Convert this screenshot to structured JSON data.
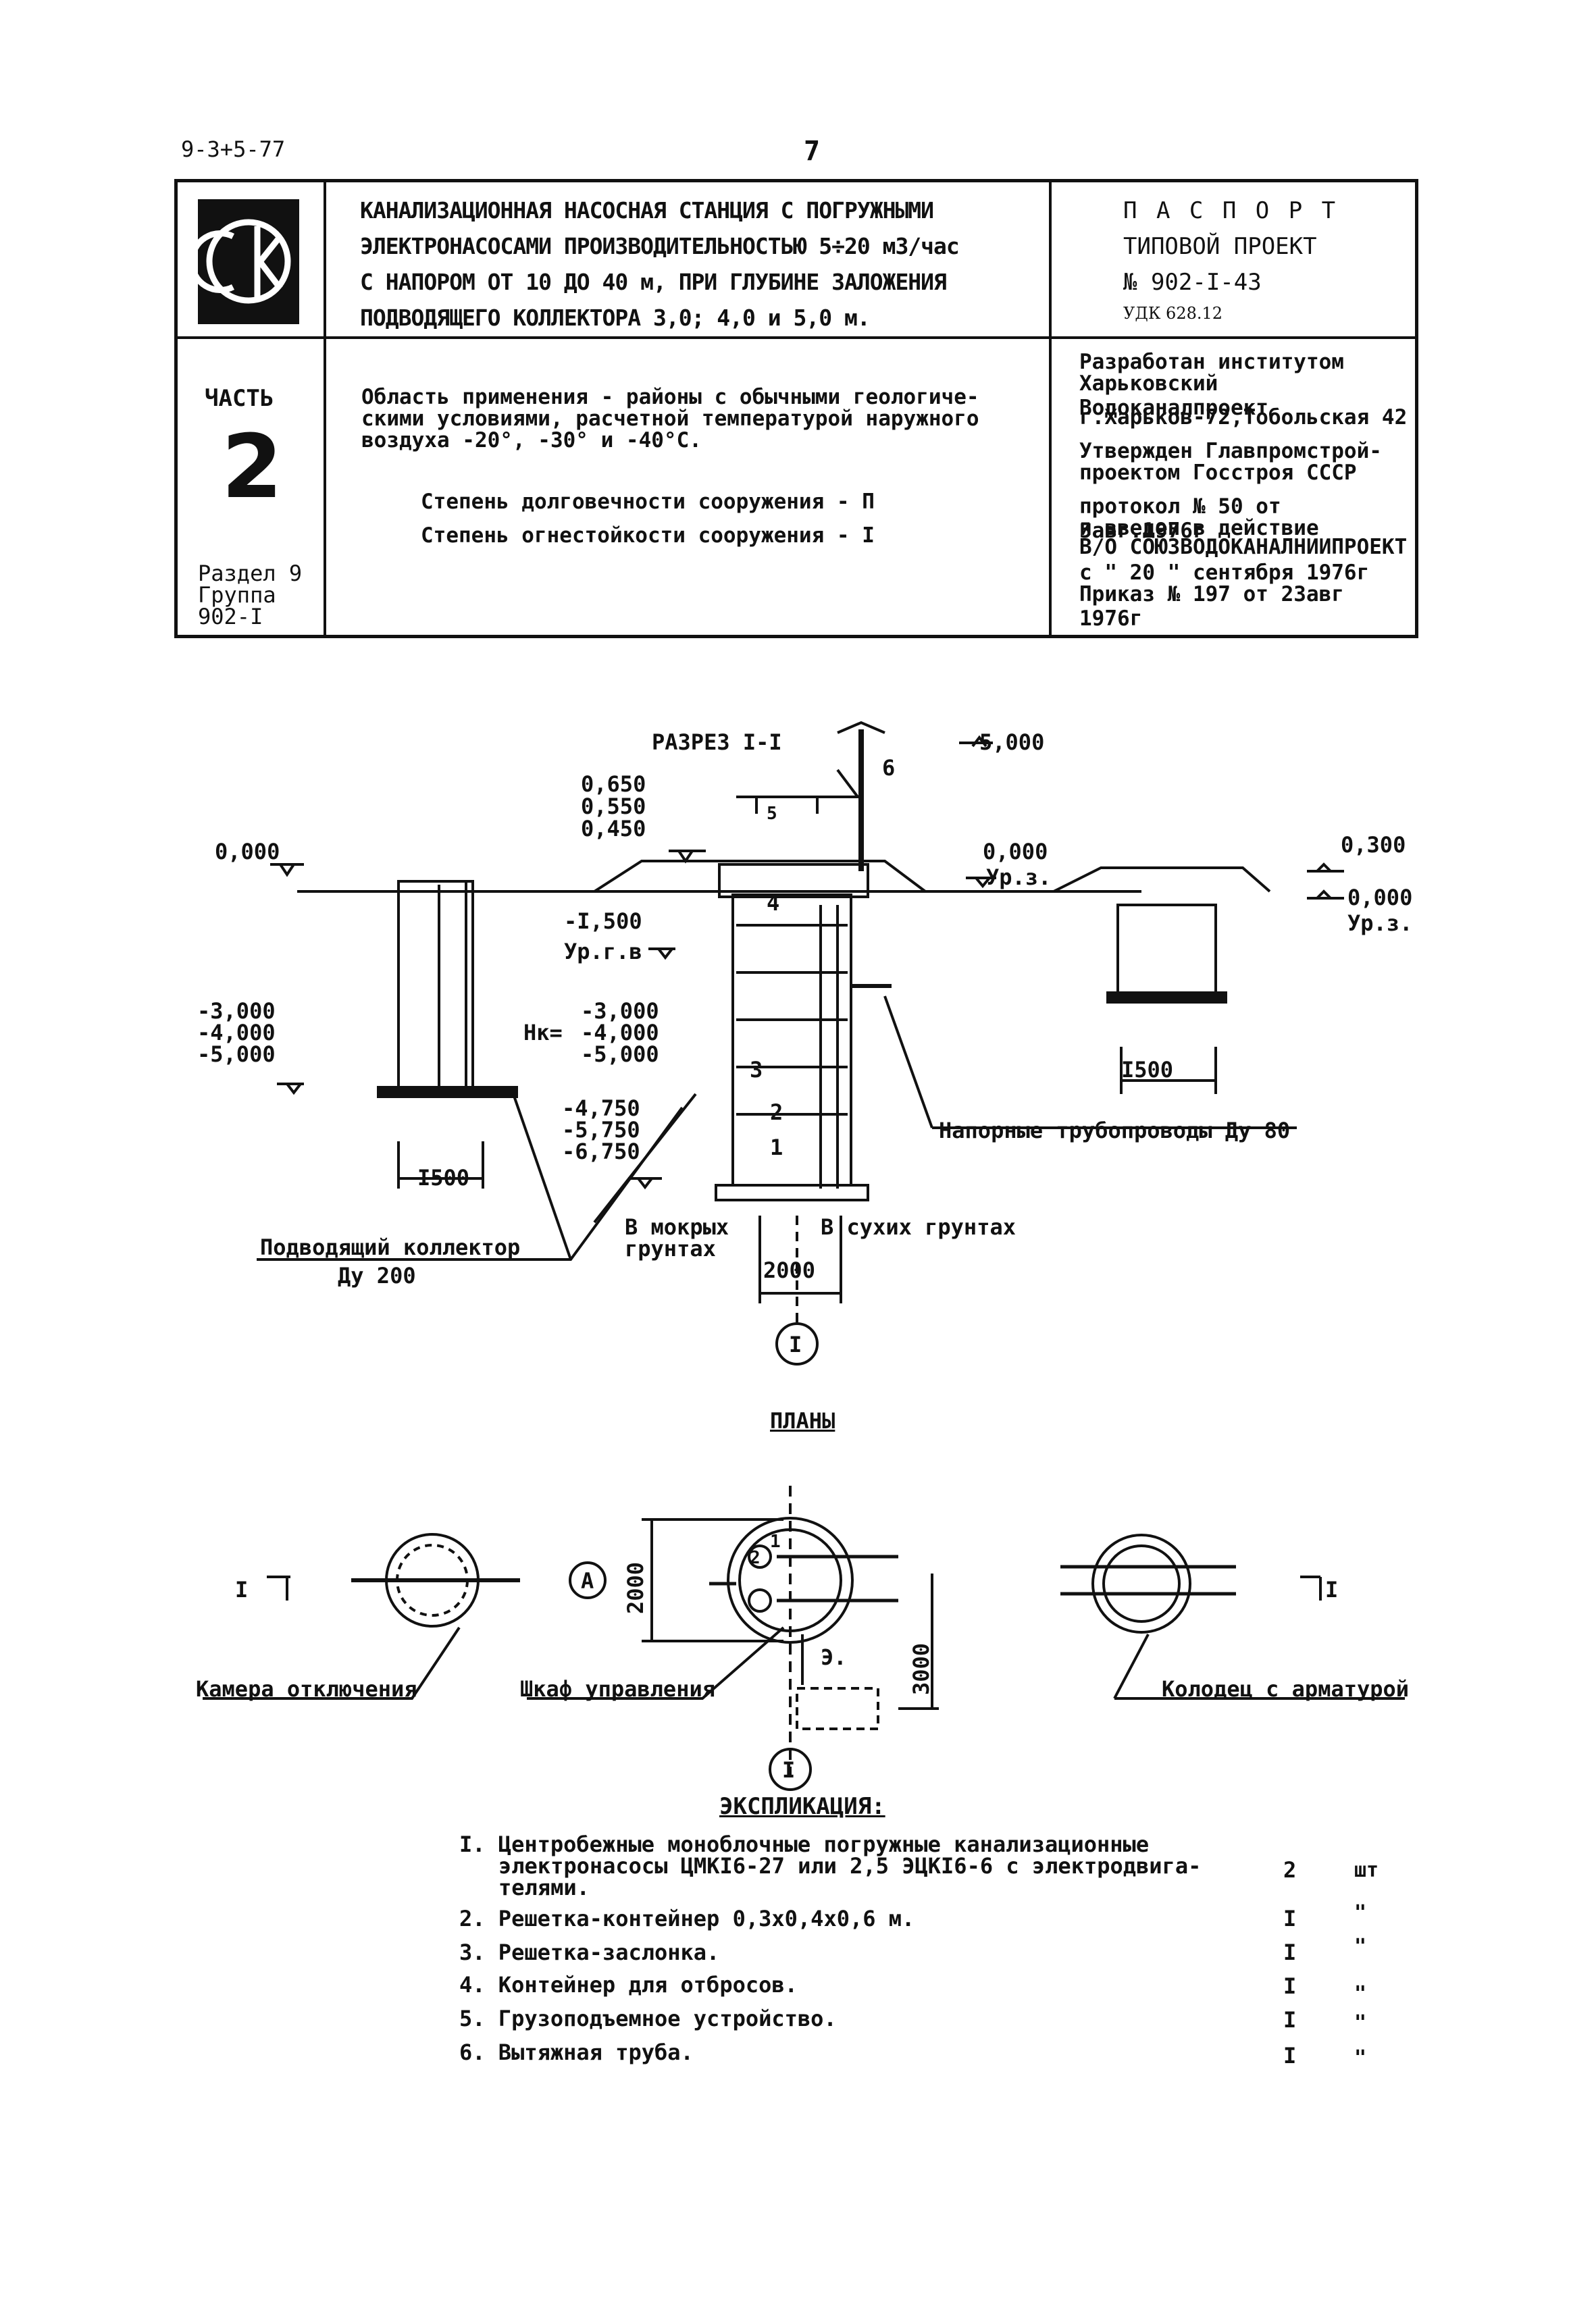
{
  "header": {
    "doc_code": "9-3+5-77",
    "page_number": "7"
  },
  "title_block": {
    "logo_icon": "ck-logo",
    "title_lines": [
      "КАНАЛИЗАЦИОННАЯ НАСОСНАЯ СТАНЦИЯ С ПОГРУЖНЫМИ",
      "ЭЛЕКТРОНАСОСАМИ ПРОИЗВОДИТЕЛЬНОСТЬЮ 5÷20 м3/час",
      "С НАПОРОМ ОТ 10 ДО 40 м, ПРИ ГЛУБИНЕ ЗАЛОЖЕНИЯ",
      "ПОДВОДЯЩЕГО КОЛЛЕКТОРА 3,0; 4,0 и 5,0 м."
    ],
    "passport_lines": [
      "П А С П О Р Т",
      "ТИПОВОЙ ПРОЕКТ",
      "№ 902-I-43",
      "УДК 628.12"
    ],
    "part_label": "ЧАСТЬ",
    "part_number": "2",
    "section_lines": [
      "Раздел 9",
      "Группа",
      "902-I"
    ],
    "scope_lines": [
      "Область применения - районы с обычными геологиче-",
      "скими условиями, расчетной температурой наружного",
      "воздуха -20°, -30° и -40°С."
    ],
    "durability": "Степень долговечности сооружения - П",
    "fire_resistance": "Степень огнестойкости сооружения - I",
    "developer_lines": [
      "Разработан институтом",
      "Харьковский Водоканалпроект",
      "г.Харьков-72,Тобольская 42",
      "Утвержден Главпромстрой-",
      "проектом Госстроя СССР",
      "протокол № 50 от 5авг.1976г",
      "и введен в действие",
      "В/О СОЮЗВОДОКАНАЛНИИПРОЕКТ",
      "с \" 20 \" сентября 1976г",
      "Приказ № 197 от 23авг 1976г"
    ]
  },
  "section_drawing": {
    "title": "РАЗРЕЗ I-I",
    "elev_top": "5,000",
    "elev_stack_left": [
      "0,650",
      "0,550",
      "0,450"
    ],
    "elev_zero_left": "0,000",
    "elev_zero_mid": "0,000",
    "ground_level_mid": "Ур.з.",
    "elev_right_top": "0,300",
    "elev_right_zero": "0,000",
    "ground_level_right": "Ур.з.",
    "elev_groundwater": "-I,500",
    "groundwater_label": "Ур.г.в",
    "elev_chamber_left": [
      "-3,000",
      "-4,000",
      "-5,000"
    ],
    "hk_label": "Нк=",
    "elev_hk": [
      "-3,000",
      "-4,000",
      "-5,000"
    ],
    "elev_bottom": [
      "-4,750",
      "-5,750",
      "-6,750"
    ],
    "dim_left": "I500",
    "dim_right": "I500",
    "dim_mid": "2000",
    "wet_soil": [
      "В мокрых",
      "грунтах"
    ],
    "dry_soil": "В сухих грунтах",
    "inlet_collector": [
      "Подводящий коллектор",
      "Ду 200"
    ],
    "pressure_pipes": "Напорные трубопроводы Ду 80",
    "callouts": [
      "1",
      "2",
      "3",
      "4",
      "5",
      "6"
    ],
    "section_marker": "I"
  },
  "plans_drawing": {
    "title": "ПЛАНЫ",
    "cut_left": "I",
    "cut_right": "I",
    "axis_a": "A",
    "dim_2000": "2000",
    "dim_3000": "3000",
    "electric_label": "Э.",
    "chamber_label": "Камера отключения",
    "cabinet_label": "Шкаф управления",
    "well_label": "Колодец с арматурой",
    "section_marker": "I",
    "callouts": [
      "2",
      "1"
    ]
  },
  "explication": {
    "title": "ЭКСПЛИКАЦИЯ:",
    "items": [
      {
        "num": "I.",
        "lines": [
          "Центробежные моноблочные погружные канализационные",
          "электронасосы ЦМКI6-27 или 2,5 ЭЦКI6-6 с электродвига-",
          "телями."
        ],
        "qty": "2",
        "unit": "шт"
      },
      {
        "num": "2.",
        "lines": [
          "Решетка-контейнер 0,3х0,4х0,6 м."
        ],
        "qty": "I",
        "unit": "\""
      },
      {
        "num": "3.",
        "lines": [
          "Решетка-заслонка."
        ],
        "qty": "I",
        "unit": "\""
      },
      {
        "num": "4.",
        "lines": [
          "Контейнер для отбросов."
        ],
        "qty": "I",
        "unit": "\""
      },
      {
        "num": "5.",
        "lines": [
          "Грузоподъемное устройство."
        ],
        "qty": "I",
        "unit": "\""
      },
      {
        "num": "6.",
        "lines": [
          "Вытяжная труба."
        ],
        "qty": "I",
        "unit": "\""
      }
    ]
  }
}
